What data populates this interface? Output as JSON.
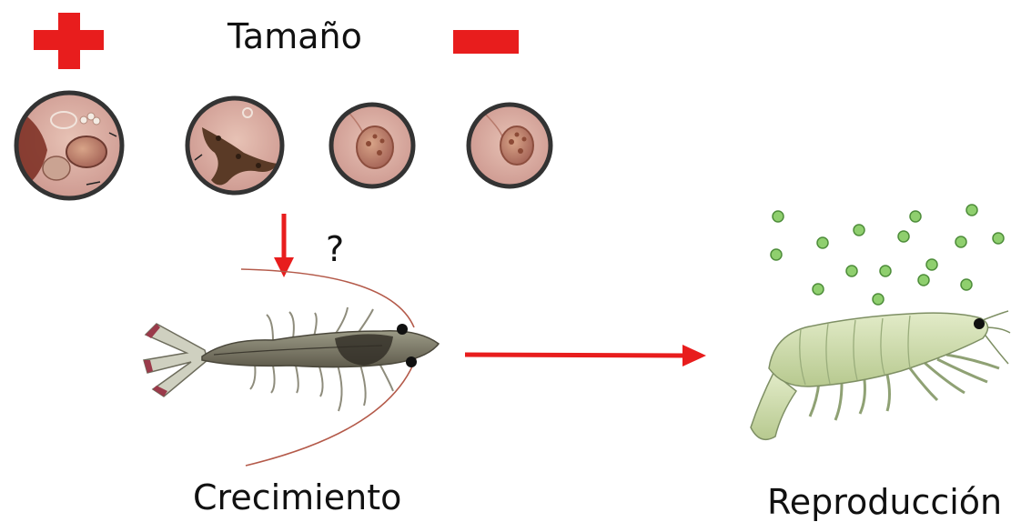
{
  "labels": {
    "size": "Tamaño",
    "question": "?",
    "growth": "Crecimiento",
    "reproduction": "Reproducción"
  },
  "icons": {
    "plus": "plus-icon",
    "minus": "minus-icon"
  },
  "micrographs": [
    {
      "name": "micrograph-largest-cells"
    },
    {
      "name": "micrograph-elongated-cell"
    },
    {
      "name": "micrograph-small-cell"
    },
    {
      "name": "micrograph-smallest-cell"
    }
  ],
  "colors": {
    "arrow": "#e81d1d",
    "sign": "#e81d1d",
    "particle": "#8fcf6e",
    "particle_stroke": "#4e8d3a"
  }
}
